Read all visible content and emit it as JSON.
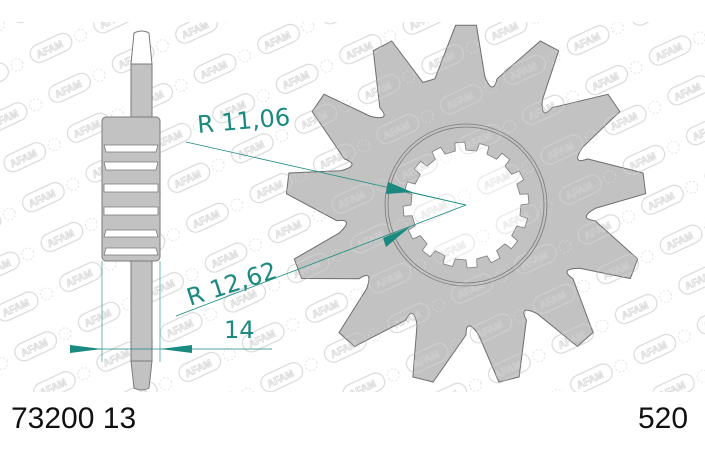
{
  "drawing": {
    "part_number": "73200",
    "teeth": "13",
    "part_label": "73200 13",
    "chain_pitch": "520",
    "watermark_text": "AFAM",
    "dimensions": {
      "outer_spline_radius": "R 11,06",
      "inner_spline_radius": "R 12,62",
      "hub_width": "14"
    },
    "colors": {
      "body_fill": "#c2c2c2",
      "outline": "#6e6e6e",
      "dimension": "#1a8a80",
      "watermark": "#d9d9d9",
      "text": "#111111"
    },
    "sprocket": {
      "teeth_count": 13,
      "spline_count": 16
    }
  }
}
